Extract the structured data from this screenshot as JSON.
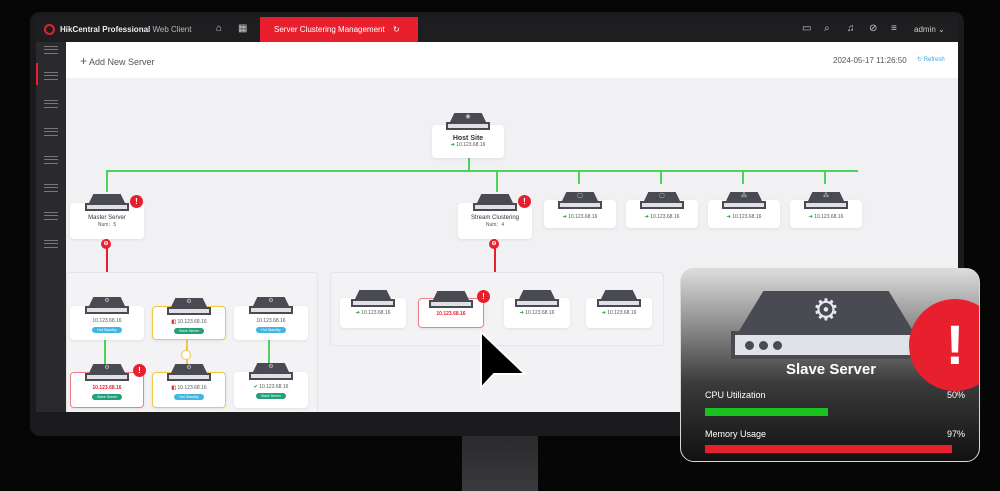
{
  "header": {
    "brand": "HikCentral Professional",
    "brand_suffix": "Web Client",
    "active_tab": "Server Clustering Management",
    "user": "admin"
  },
  "toolbar": {
    "add_label": "Add New Server",
    "datetime": "2024-05-17 11:26:50",
    "refresh_label": "Refresh"
  },
  "topology": {
    "host": {
      "name": "Host Site",
      "ip": "10.123.68.16"
    },
    "master": {
      "name": "Master Server",
      "num_label": "Num：",
      "num": "5"
    },
    "stream": {
      "name": "Stream Clustering",
      "num_label": "Num：",
      "num": "4"
    },
    "top_servers": [
      {
        "ip": "10.123.68.16"
      },
      {
        "ip": "10.123.68.16"
      },
      {
        "ip": "10.123.68.16"
      },
      {
        "ip": "10.123.68.16"
      }
    ],
    "master_group": [
      {
        "ip": "10.123.68.16",
        "role": "Hot Standby"
      },
      {
        "ip": "10.123.68.16",
        "role": "Slave Server"
      },
      {
        "ip": "10.123.68.16",
        "role": "Hot Standby"
      },
      {
        "ip": "10.123.68.16",
        "role": "Slave Server"
      },
      {
        "ip": "10.123.68.16",
        "role": "Hot Standby"
      },
      {
        "ip": "10.123.68.16",
        "role": "Slave Server"
      }
    ],
    "stream_group": [
      {
        "ip": "10.123.68.16"
      },
      {
        "ip": "10.123.68.16"
      },
      {
        "ip": "10.123.68.16"
      },
      {
        "ip": "10.123.68.16"
      }
    ]
  },
  "overlay": {
    "title": "Slave Server",
    "cpu_label": "CPU Utilization",
    "cpu_value": "50%",
    "cpu_percent": 50,
    "mem_label": "Memory Usage",
    "mem_value": "97%",
    "mem_percent": 97
  },
  "colors": {
    "accent": "#e8202e",
    "ok": "#2bb836",
    "standby": "#3fb6e3",
    "slave": "#21a07a",
    "warn": "#f2c744"
  }
}
